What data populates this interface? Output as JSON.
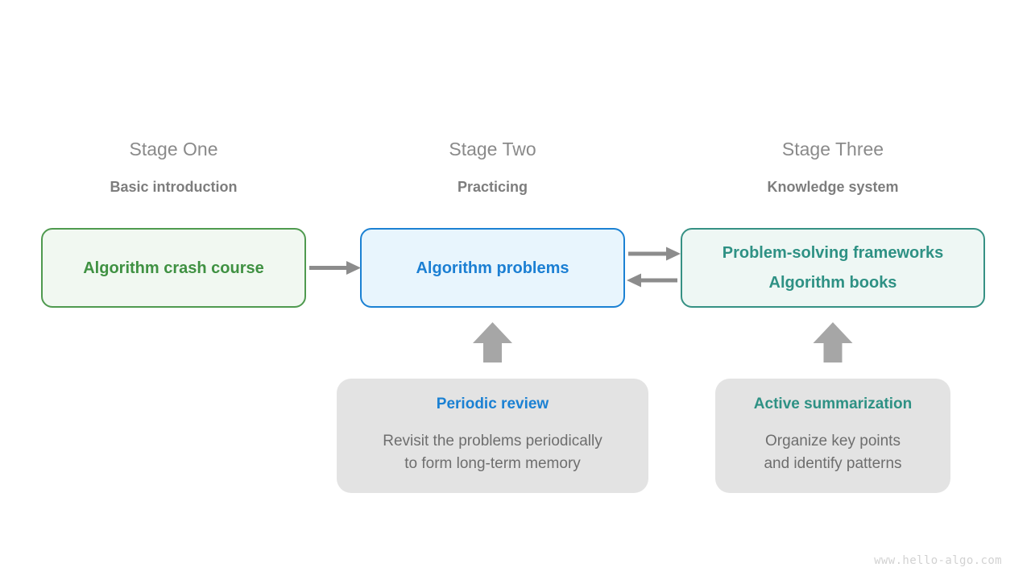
{
  "diagram": {
    "title_watermark": "www.hello-algo.com",
    "background": "#ffffff",
    "stages": [
      {
        "name": "Stage One",
        "subtitle": "Basic introduction"
      },
      {
        "name": "Stage Two",
        "subtitle": "Practicing"
      },
      {
        "name": "Stage Three",
        "subtitle": "Knowledge system"
      }
    ],
    "nodes": [
      {
        "id": "crash-course",
        "lines": [
          "Algorithm crash course"
        ],
        "text_color": "#3f9142",
        "border_color": "#4f9a4f",
        "fill_color": "#f1f8f1"
      },
      {
        "id": "algorithm-problems",
        "lines": [
          "Algorithm problems"
        ],
        "text_color": "#1b7fd3",
        "border_color": "#1b81d3",
        "fill_color": "#e8f5fd"
      },
      {
        "id": "frameworks-books",
        "lines": [
          "Problem-solving frameworks",
          "Algorithm books"
        ],
        "text_color": "#2e9184",
        "border_color": "#369184",
        "fill_color": "#eef7f4"
      }
    ],
    "panels": [
      {
        "id": "periodic-review",
        "title": "Periodic review",
        "title_color": "#1b81d3",
        "body": "Revisit the problems periodically\nto form long-term memory",
        "fill_color": "#e3e3e3"
      },
      {
        "id": "active-summarization",
        "title": "Active summarization",
        "title_color": "#2e9184",
        "body": "Organize key points\nand identify patterns",
        "fill_color": "#e3e3e3"
      }
    ],
    "connectors": [
      {
        "id": "crash-course-to-problems",
        "direction": "right",
        "color": "#8c8c8c"
      },
      {
        "id": "problems-to-frameworks",
        "direction": "right",
        "color": "#8c8c8c"
      },
      {
        "id": "frameworks-to-problems",
        "direction": "left",
        "color": "#8c8c8c"
      },
      {
        "id": "review-to-problems",
        "direction": "up",
        "color": "#a6a6a6"
      },
      {
        "id": "summarization-to-frameworks",
        "direction": "up",
        "color": "#a6a6a6"
      }
    ]
  }
}
